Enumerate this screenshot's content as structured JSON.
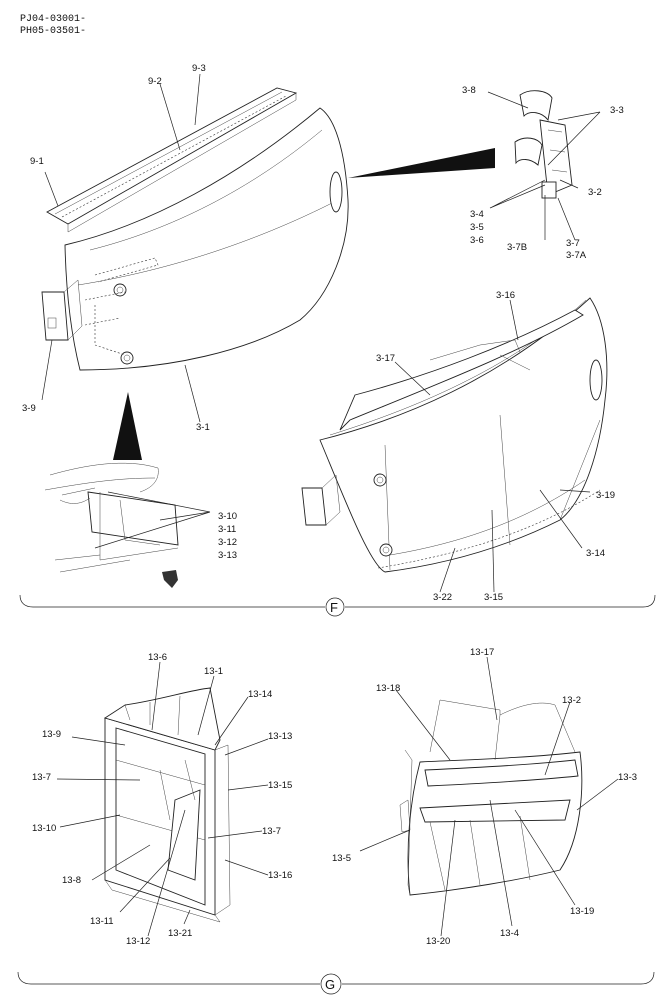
{
  "header": {
    "line1": "PJ04-03001-",
    "line2": "PH05-03501-"
  },
  "sections": {
    "f": "F",
    "g": "G"
  },
  "labels": {
    "l_9_1": "9-1",
    "l_9_2": "9-2",
    "l_9_3": "9-3",
    "l_9": "3-9",
    "l_3_1": "3-1",
    "l_3_8": "3-8",
    "l_3_3": "3-3",
    "l_3_2": "3-2",
    "l_3_4": "3-4",
    "l_3_5": "3-5",
    "l_3_6": "3-6",
    "l_3_7B": "3-7B",
    "l_3_7": "3-7",
    "l_3_7A": "3-7A",
    "l_3_10": "3-10",
    "l_3_11": "3-11",
    "l_3_12": "3-12",
    "l_3_13": "3-13",
    "l_3_16": "3-16",
    "l_3_17": "3-17",
    "l_3_19": "3-19",
    "l_3_14": "3-14",
    "l_3_15": "3-15",
    "l_3_22": "3-22",
    "l_13_6": "13-6",
    "l_13_1": "13-1",
    "l_13_14": "13-14",
    "l_13_9": "13-9",
    "l_13_13": "13-13",
    "l_13_7a": "13-7",
    "l_13_15": "13-15",
    "l_13_7b": "13-7",
    "l_13_10": "13-10",
    "l_13_16": "13-16",
    "l_13_8": "13-8",
    "l_13_11": "13-11",
    "l_13_12": "13-12",
    "l_13_21": "13-21",
    "l_13_17": "13-17",
    "l_13_18": "13-18",
    "l_13_2": "13-2",
    "l_13_3": "13-3",
    "l_13_5": "13-5",
    "l_13_19": "13-19",
    "l_13_20": "13-20",
    "l_13_4": "13-4"
  }
}
